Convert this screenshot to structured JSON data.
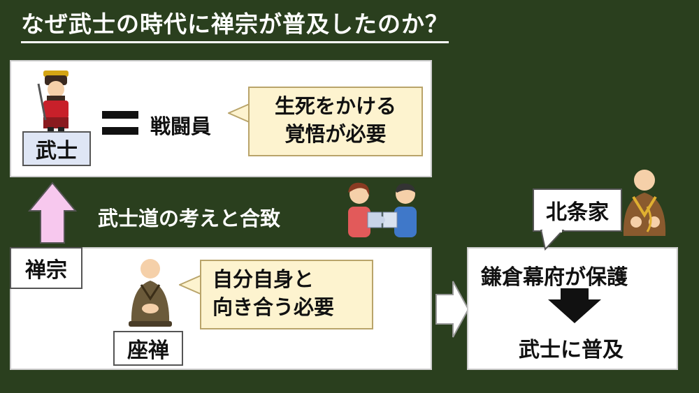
{
  "title": "なぜ武士の時代に禅宗が普及したのか？",
  "bushi": {
    "label": "武士",
    "equals": "＝",
    "role": "戦闘員",
    "note_line1": "生死をかける",
    "note_line2": "覚悟が必要"
  },
  "middle": {
    "agreement": "武士道の考えと合致"
  },
  "zen": {
    "label": "禅宗",
    "practice": "座禅",
    "note_line1": "自分自身と",
    "note_line2": "向き合う必要"
  },
  "shogunate": {
    "supporter": "北条家",
    "line1": "鎌倉幕府が保護",
    "line2": "武士に普及"
  },
  "colors": {
    "background": "#2a3f1e",
    "note": "#fdf3cf",
    "up_arrow": "#f7c8ee",
    "bushi_label": "#dfe6f5"
  }
}
